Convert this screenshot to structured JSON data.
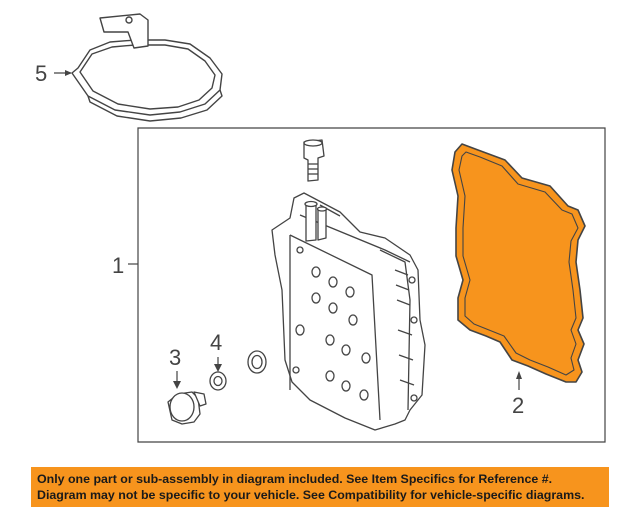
{
  "callouts": {
    "one": "1",
    "two": "2",
    "three": "3",
    "four": "4",
    "five": "5"
  },
  "notice": {
    "line1": "Only one part or sub-assembly in diagram included. See Item Specifics for Reference #.",
    "line2": "Diagram may not be specific to your vehicle. See Compatibility for vehicle-specific diagrams."
  },
  "colors": {
    "line": "#444444",
    "gasket_fill": "#f7941d",
    "notice_bg": "#f7941d"
  }
}
